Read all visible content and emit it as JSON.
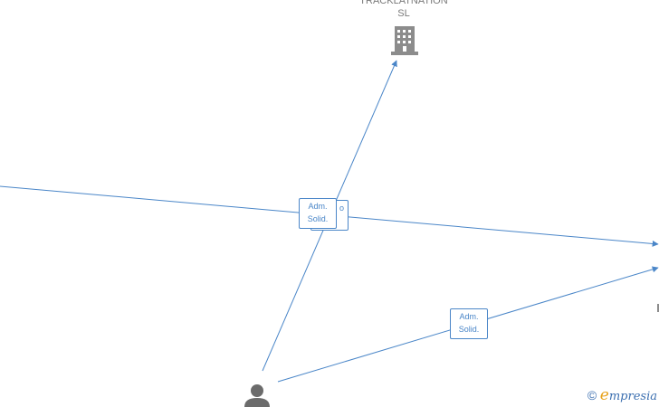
{
  "company": {
    "line1": "TRACKLATNATION",
    "line2": "SL"
  },
  "edges": [
    {
      "label_line1": "Adm.",
      "label_line2": "Solid."
    },
    {
      "label_line1": "",
      "label_line2": "o"
    },
    {
      "label_line1": "Adm.",
      "label_line2": "Solid."
    }
  ],
  "watermark": {
    "copyright": "©",
    "brand_initial": "e",
    "brand_rest": "mpresia"
  },
  "colors": {
    "edge": "#4a86c8",
    "node": "#8c8c8c",
    "person": "#6b6b6b"
  },
  "icons": [
    "building-icon",
    "person-icon",
    "arrow-icon"
  ]
}
